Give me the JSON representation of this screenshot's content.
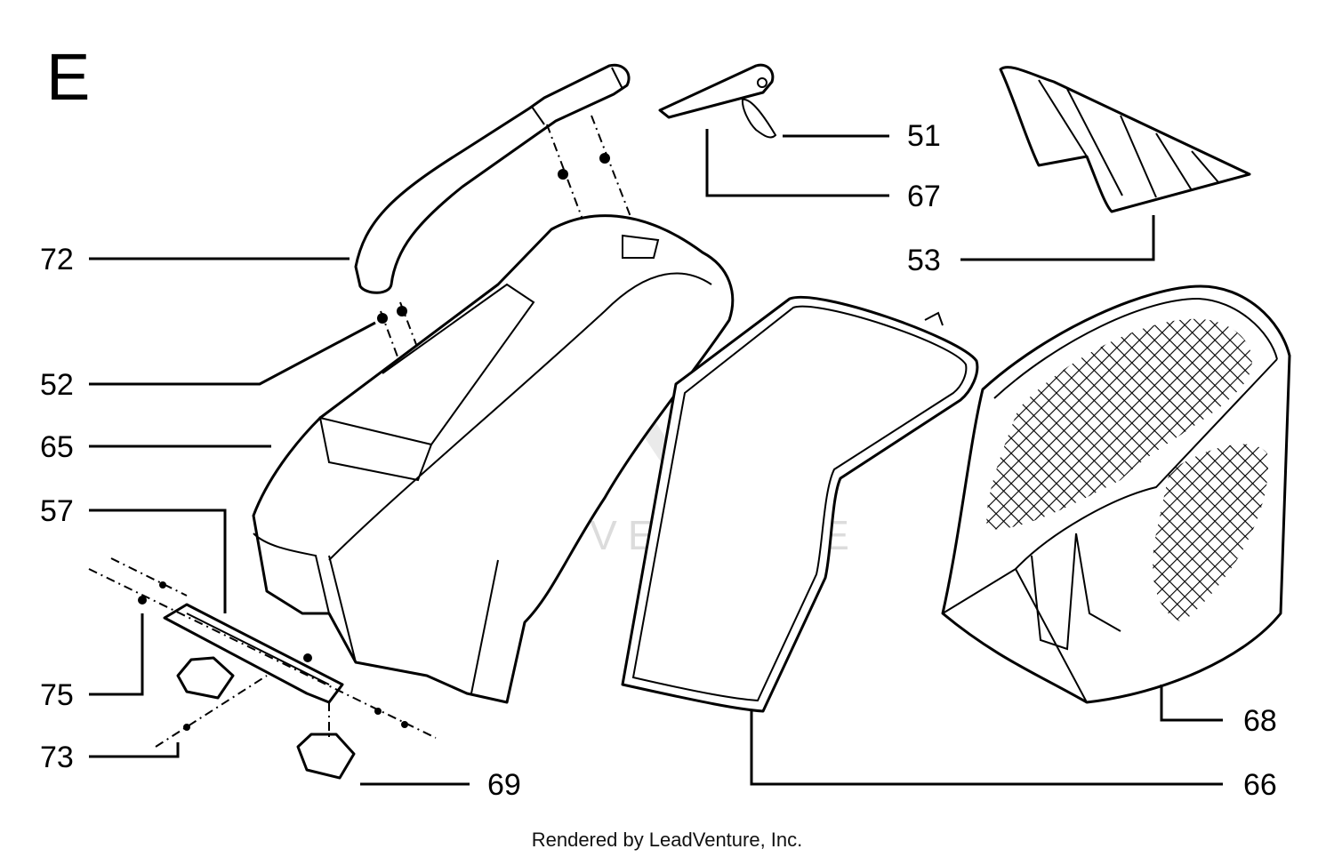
{
  "section_letter": "E",
  "watermark": "LEADVENTURE",
  "footer": "Rendered by LeadVenture, Inc.",
  "callouts": {
    "p51": "51",
    "p67": "67",
    "p53": "53",
    "p72": "72",
    "p52": "52",
    "p65": "65",
    "p57": "57",
    "p75": "75",
    "p73": "73",
    "p69": "69",
    "p68": "68",
    "p66": "66"
  }
}
